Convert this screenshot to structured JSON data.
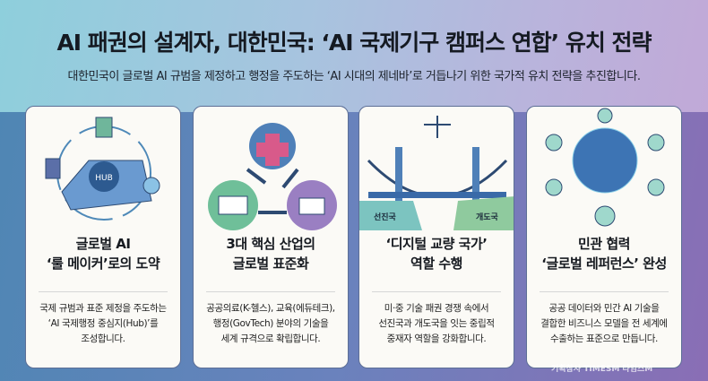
{
  "header": {
    "title": "AI 패권의 설계자, 대한민국: ‘AI 국제기구 캠퍼스 연합’ 유치 전략",
    "subtitle": "대한민국이 글로벌 AI 규범을 제정하고 행정을 주도하는 ‘AI 시대의 제네바’로 거듭나기 위한 국가적 유치 전략을 추진합니다."
  },
  "cards": [
    {
      "title1": "글로벌 AI",
      "title2": "‘룰 메이커’로의 도약",
      "desc": [
        "국제 규범과 표준 제정을 주도하는",
        "‘AI 국제행정 중심지(Hub)’를",
        "조성합니다."
      ],
      "hub": "HUB"
    },
    {
      "title1": "3대 핵심 산업의",
      "title2": "글로벌 표준화",
      "desc": [
        "공공의료(K-헬스), 교육(에듀테크),",
        "행정(GovTech) 분야의 기술을",
        "세계 규격으로 확립합니다."
      ]
    },
    {
      "title1": "‘디지털 교량 국가’",
      "title2": "역할 수행",
      "desc": [
        "미·중 기술 패권 경쟁 속에서",
        "선진국과 개도국을 잇는 중립적",
        "중재자 역할을 강화합니다."
      ],
      "left_label": "선진국",
      "right_label": "개도국"
    },
    {
      "title1": "민관 협력",
      "title2": "‘글로벌 레퍼런스’ 완성",
      "desc": [
        "공공 데이터와 민간 AI 기술을",
        "결합한 비즈니스 모델을 전 세계에",
        "수출하는 표준으로 만듭니다."
      ]
    }
  ],
  "watermark": "기획참사 TIMESM 타임즈M"
}
